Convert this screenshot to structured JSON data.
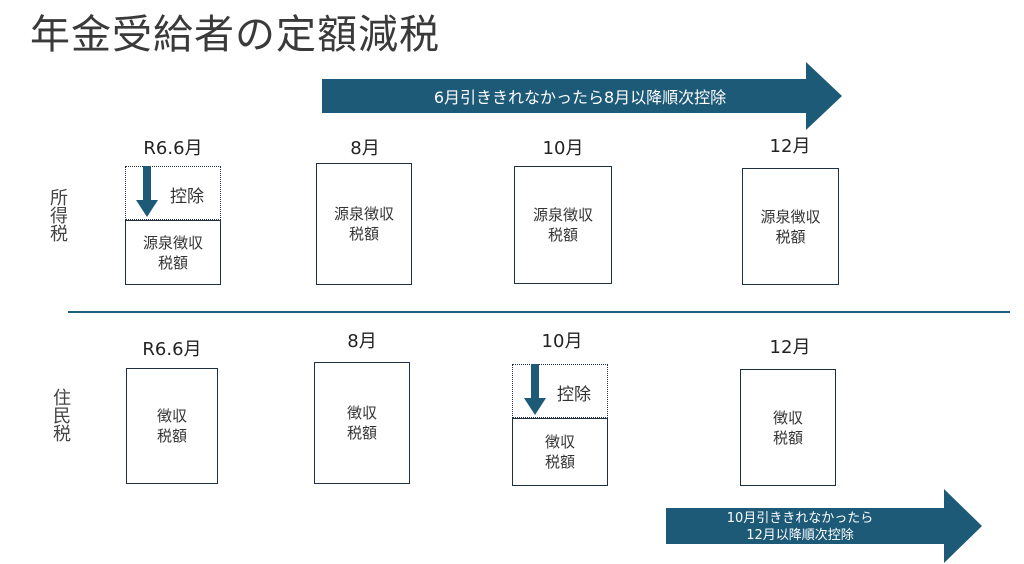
{
  "title": "年金受給者の定額減税",
  "colors": {
    "arrow": "#1d5a78",
    "box_border": "#1f2f3f",
    "divider": "#1f5f7a"
  },
  "top_arrow": {
    "label": "6月引ききれなかったら8月以降順次控除"
  },
  "bottom_arrow": {
    "line1": "10月引ききれなかったら",
    "line2": "12月以降順次控除"
  },
  "income_tax": {
    "row_label": "所得税",
    "months": [
      "R6.6月",
      "8月",
      "10月",
      "12月"
    ],
    "box_line1": "源泉徴収",
    "box_line2": "税額",
    "deduction_label": "控除"
  },
  "resident_tax": {
    "row_label": "住民税",
    "months": [
      "R6.6月",
      "8月",
      "10月",
      "12月"
    ],
    "box_line1": "徴収",
    "box_line2": "税額",
    "deduction_label": "控除"
  }
}
